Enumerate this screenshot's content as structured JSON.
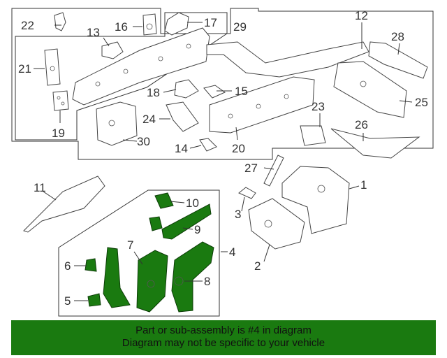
{
  "callouts": [
    "1",
    "2",
    "3",
    "4",
    "5",
    "6",
    "7",
    "8",
    "9",
    "10",
    "11",
    "12",
    "13",
    "14",
    "15",
    "16",
    "17",
    "18",
    "19",
    "20",
    "21",
    "22",
    "23",
    "24",
    "25",
    "26",
    "27",
    "28",
    "29",
    "30"
  ],
  "banner": {
    "line1": "Part or sub-assembly is #4 in diagram",
    "line2": "Diagram may not be specific to your vehicle"
  },
  "colors": {
    "highlight": "#1a7a10",
    "banner": "#1a7a10",
    "outline": "#444444"
  }
}
